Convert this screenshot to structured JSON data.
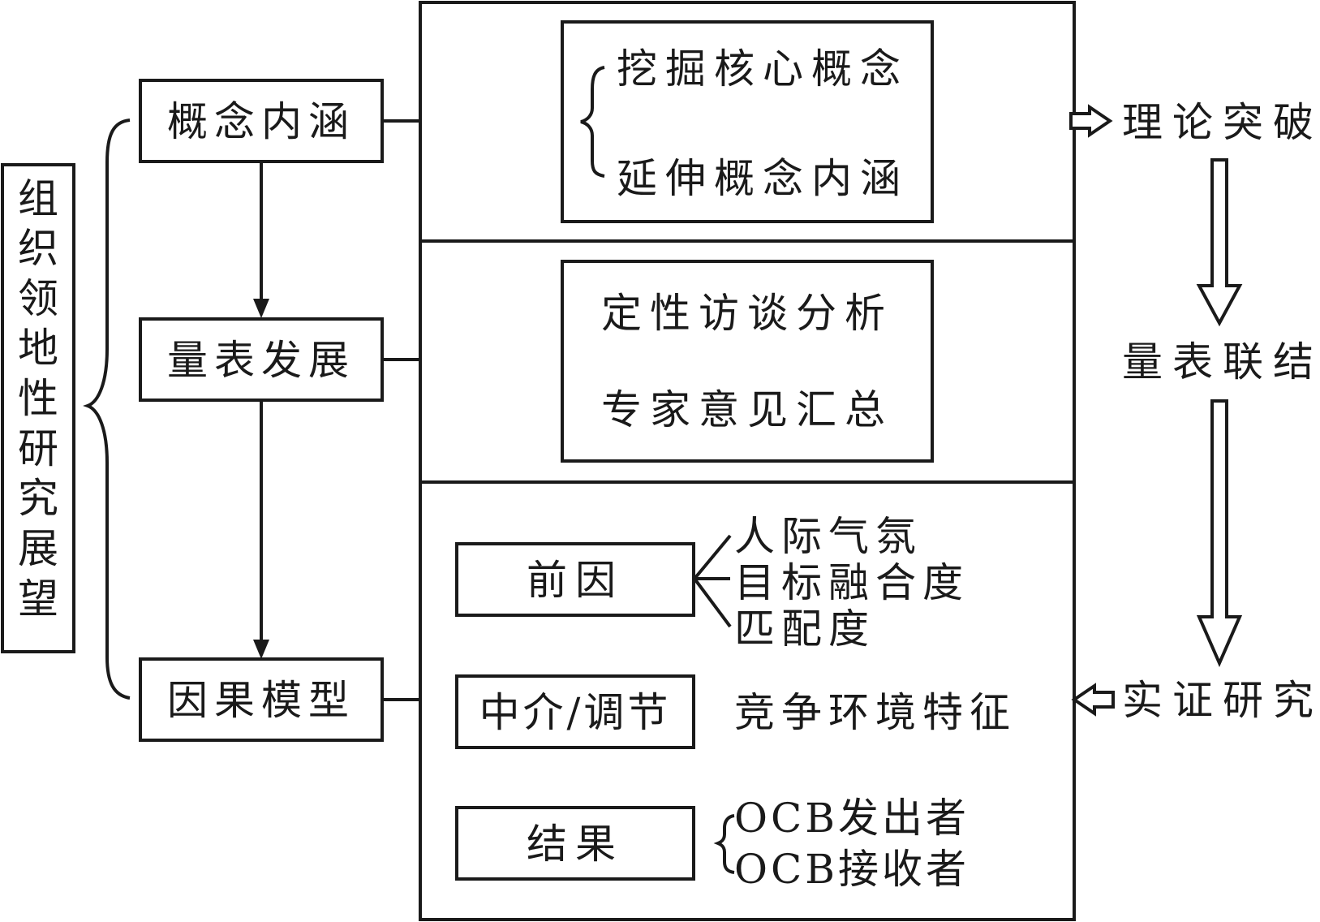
{
  "diagram": {
    "root": {
      "label": "组织领地性研究展望"
    },
    "stages": [
      {
        "label": "概念内涵"
      },
      {
        "label": "量表发展"
      },
      {
        "label": "因果模型"
      }
    ],
    "panel1": {
      "items": [
        "挖掘核心概念",
        "延伸概念内涵"
      ]
    },
    "panel2": {
      "items": [
        "定性访谈分析",
        "专家意见汇总"
      ]
    },
    "panel3": {
      "antecedent": {
        "label": "前因",
        "items": [
          "人际气氛",
          "目标融合度",
          "匹配度"
        ]
      },
      "mediator": {
        "label": "中介/调节",
        "item": "竞争环境特征"
      },
      "outcome": {
        "label": "结果",
        "items": [
          "OCB发出者",
          "OCB接收者"
        ]
      }
    },
    "right_flow": [
      "理论突破",
      "量表联结",
      "实证研究"
    ]
  }
}
